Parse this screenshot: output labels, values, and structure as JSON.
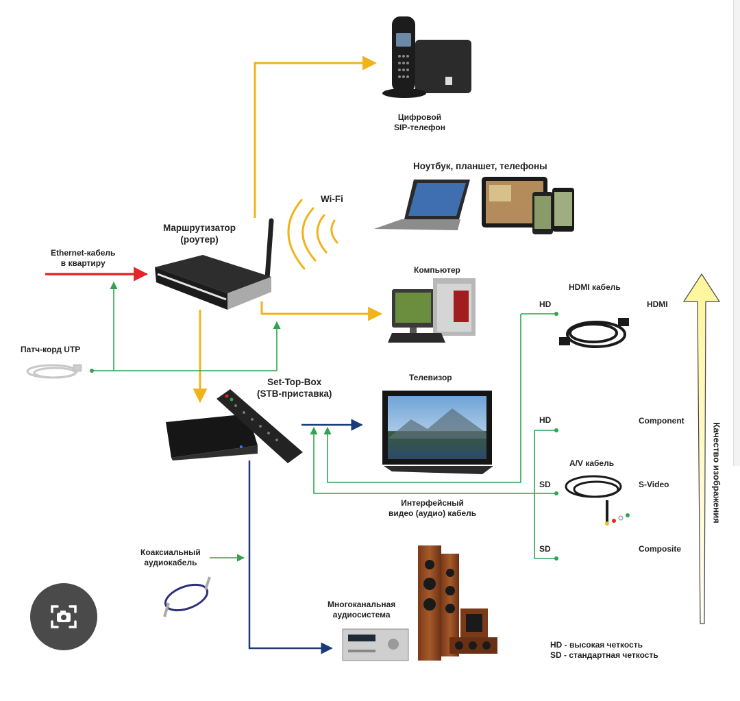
{
  "colors": {
    "wifi_line": "#f0b31a",
    "ethernet_line": "#e3262a",
    "patch_line": "#2ea44f",
    "signal_line": "#1b3a7a",
    "quality_arrow_top": "#fff7a8",
    "quality_arrow_bottom": "#fffdf0"
  },
  "labels": {
    "sip_phone": [
      "Цифровой",
      "SIP-телефон"
    ],
    "mobile_devices": "Ноутбук, планшет, телефоны",
    "wifi": "Wi-Fi",
    "router": [
      "Маршрутизатор",
      "(роутер)"
    ],
    "ethernet": [
      "Ethernet-кабель",
      "в квартиру"
    ],
    "computer": "Компьютер",
    "hdmi_cable": "HDMI кабель",
    "hdmi": "HDMI",
    "patch_cord": "Патч-корд UTP",
    "stb": [
      "Set-Top-Box",
      "(STB-приставка)"
    ],
    "tv": "Телевизор",
    "component": "Component",
    "av_cable": "A/V кабель",
    "svideo": "S-Video",
    "interface_cable": [
      "Интерфейсный",
      "видео (аудио) кабель"
    ],
    "composite": "Composite",
    "coax_cable": [
      "Коаксиальный",
      "аудиокабель"
    ],
    "audio_system": [
      "Многоканальная",
      "аудиосистема"
    ],
    "quality": "Качество изображения",
    "hd_tag": "HD",
    "sd_tag": "SD",
    "legend": [
      "HD - высокая четкость",
      "SD - стандартная четкость"
    ]
  },
  "icons": [
    "sip-phone-icon",
    "laptop-icon",
    "tablet-icon",
    "smartphone-icon",
    "wifi-waves-icon",
    "router-icon",
    "desktop-computer-icon",
    "hdmi-cable-icon",
    "patch-cord-icon",
    "stb-box-icon",
    "remote-control-icon",
    "tv-icon",
    "av-cable-icon",
    "coax-cable-icon",
    "speakers-icon",
    "receiver-icon",
    "quality-arrow-icon",
    "camera-lens-icon"
  ]
}
